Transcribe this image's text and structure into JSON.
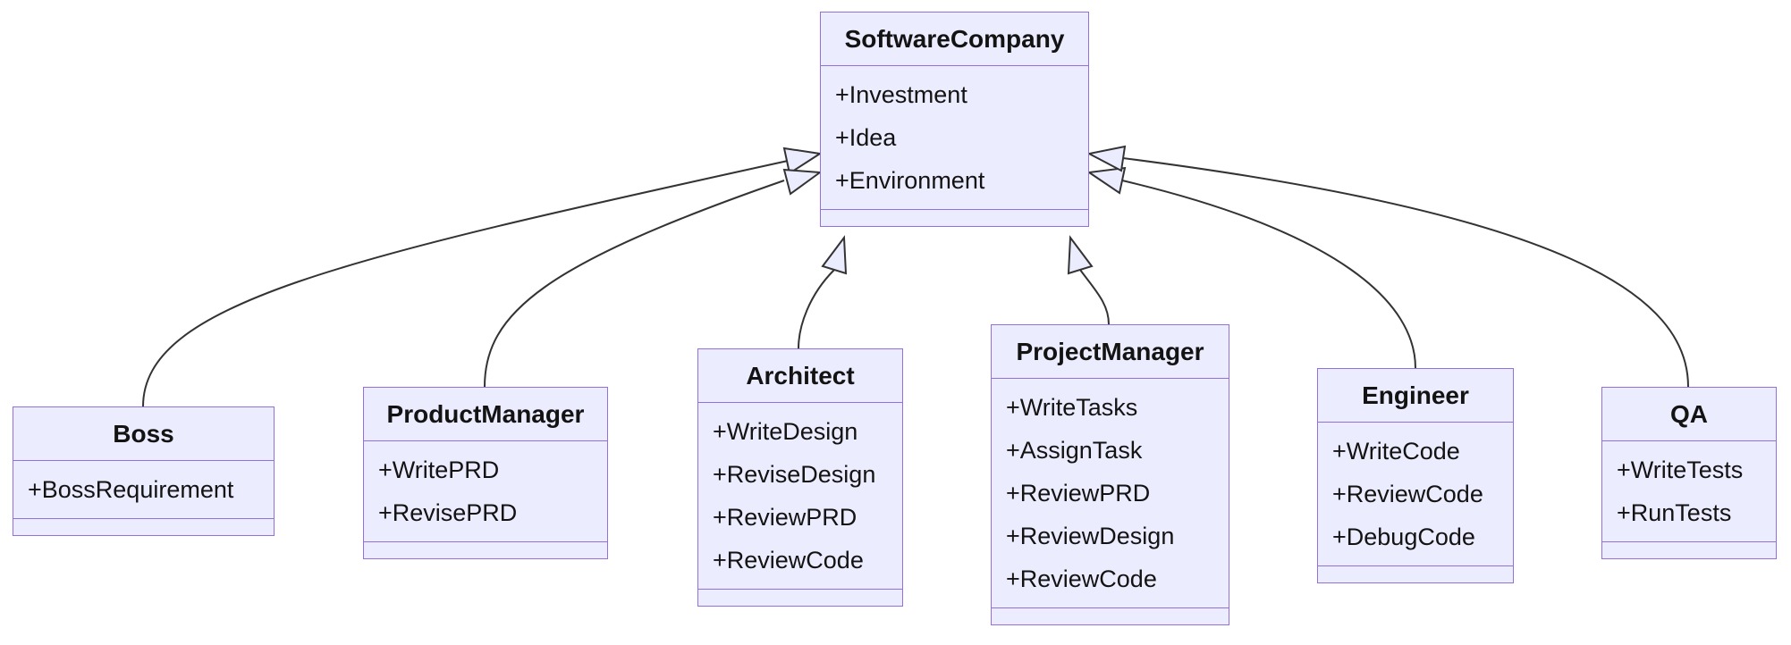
{
  "diagram": {
    "type": "uml-class-diagram",
    "colors": {
      "box_fill": "#ECECFF",
      "box_border": "#9370DB",
      "line": "#333333",
      "text": "#131313",
      "background": "#FFFFFF"
    },
    "classes": [
      {
        "name": "SoftwareCompany",
        "members": [
          "+Investment",
          "+Idea",
          "+Environment"
        ]
      },
      {
        "name": "Boss",
        "members": [
          "+BossRequirement"
        ]
      },
      {
        "name": "ProductManager",
        "members": [
          "+WritePRD",
          "+RevisePRD"
        ]
      },
      {
        "name": "Architect",
        "members": [
          "+WriteDesign",
          "+ReviseDesign",
          "+ReviewPRD",
          "+ReviewCode"
        ]
      },
      {
        "name": "ProjectManager",
        "members": [
          "+WriteTasks",
          "+AssignTask",
          "+ReviewPRD",
          "+ReviewDesign",
          "+ReviewCode"
        ]
      },
      {
        "name": "Engineer",
        "members": [
          "+WriteCode",
          "+ReviewCode",
          "+DebugCode"
        ]
      },
      {
        "name": "QA",
        "members": [
          "+WriteTests",
          "+RunTests"
        ]
      }
    ],
    "relationships": [
      {
        "from": "Boss",
        "to": "SoftwareCompany",
        "type": "inheritance"
      },
      {
        "from": "ProductManager",
        "to": "SoftwareCompany",
        "type": "inheritance"
      },
      {
        "from": "Architect",
        "to": "SoftwareCompany",
        "type": "inheritance"
      },
      {
        "from": "ProjectManager",
        "to": "SoftwareCompany",
        "type": "inheritance"
      },
      {
        "from": "Engineer",
        "to": "SoftwareCompany",
        "type": "inheritance"
      },
      {
        "from": "QA",
        "to": "SoftwareCompany",
        "type": "inheritance"
      }
    ]
  }
}
